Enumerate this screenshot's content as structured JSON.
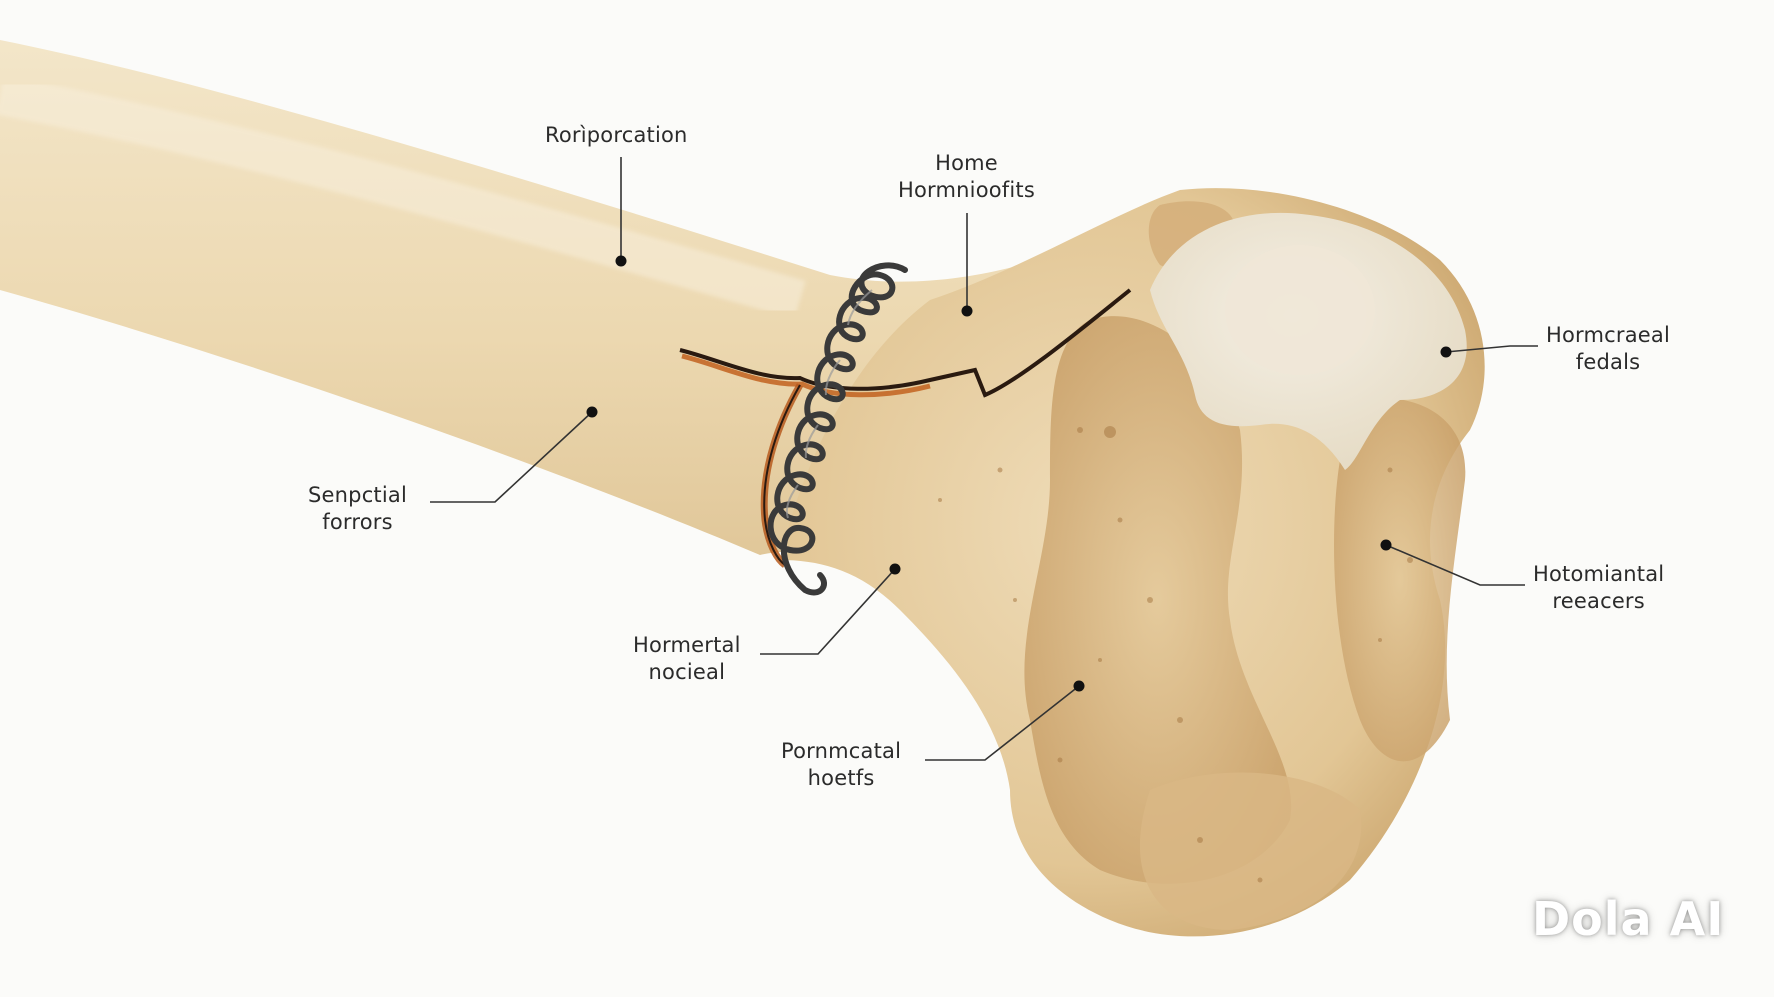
{
  "diagram": {
    "subject": "bone",
    "colors": {
      "background": "#fbfbf9",
      "bone_light": "#f1e4c6",
      "bone_mid": "#e6cfa2",
      "bone_shadow": "#c9a66f",
      "spongy": "#d8b98a",
      "articular": "#f3ede0",
      "fracture": "#c2611f",
      "coil": "#3a3a3a",
      "label_text": "#2b2b2b",
      "leader_line": "#333333"
    },
    "labels": [
      {
        "id": "top-left",
        "lines": [
          "Rorìporcation"
        ],
        "dot": [
          621,
          261
        ]
      },
      {
        "id": "top-center",
        "lines": [
          "Home",
          "Hormnioofits"
        ],
        "dot": [
          967,
          311
        ]
      },
      {
        "id": "right-upper",
        "lines": [
          "Hormcraeal",
          "fedals"
        ],
        "dot": [
          1446,
          352
        ]
      },
      {
        "id": "left-mid",
        "lines": [
          "Senpctial",
          "forrors"
        ],
        "dot": [
          592,
          412
        ]
      },
      {
        "id": "right-lower",
        "lines": [
          "Hotomiantal",
          "reeacers"
        ],
        "dot": [
          1386,
          545
        ]
      },
      {
        "id": "center-mid",
        "lines": [
          "Hormertal",
          "nocieal"
        ],
        "dot": [
          895,
          569
        ]
      },
      {
        "id": "center-low",
        "lines": [
          "Pornmcatal",
          "hoetfs"
        ],
        "dot": [
          1079,
          686
        ]
      }
    ],
    "elements": [
      "bone-shaft",
      "fracture-line",
      "wire-coil",
      "bone-epiphysis",
      "articular-surface",
      "trabecular-bone"
    ]
  },
  "watermark": {
    "text": "Dola AI"
  }
}
